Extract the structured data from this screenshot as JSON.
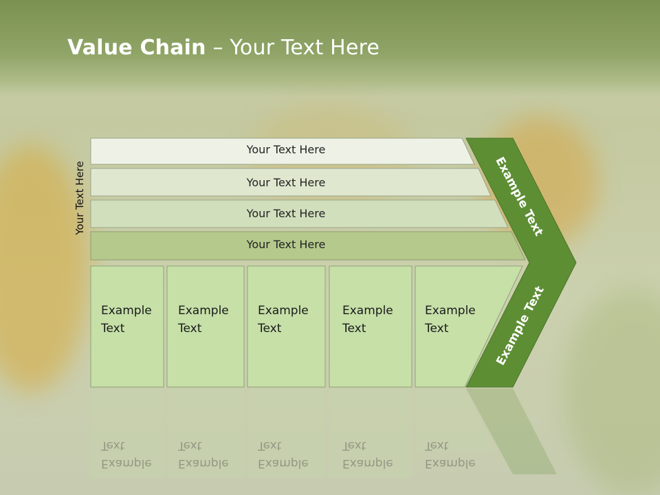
{
  "title": {
    "bold": "Value Chain",
    "rest": " – Your Text Here"
  },
  "side_label": "Your Text Here",
  "bars": [
    {
      "label": "Your Text Here"
    },
    {
      "label": "Your Text Here"
    },
    {
      "label": "Your Text Here"
    },
    {
      "label": "Your Text Here"
    }
  ],
  "cells": [
    {
      "label": "Example\nText"
    },
    {
      "label": "Example\nText"
    },
    {
      "label": "Example\nText"
    },
    {
      "label": "Example\nText"
    },
    {
      "label": "Example\nText"
    }
  ],
  "chevron": {
    "upper": "Example Text",
    "lower": "Example Text"
  },
  "colors": {
    "header": "#7b9152",
    "bar1": "#eef2e6",
    "bar2": "#dfe8cf",
    "bar3": "#d2dfbd",
    "bar4": "#b5c98c",
    "cell": "#c6e0a8",
    "chevron": "#5d8e34"
  }
}
